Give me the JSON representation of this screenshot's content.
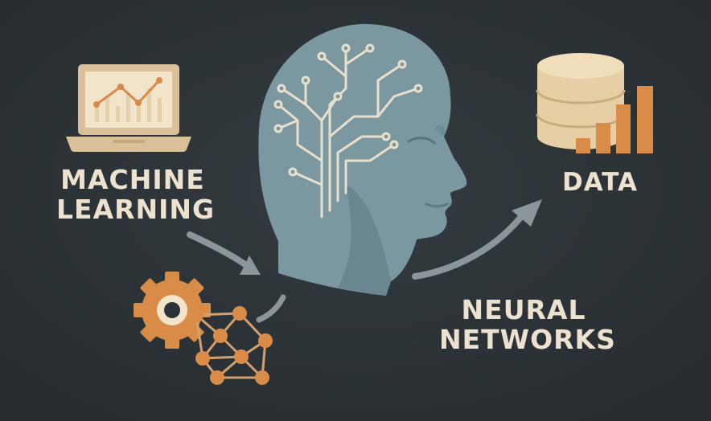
{
  "labels": {
    "machine_learning_line1": "MACHINE",
    "machine_learning_line2": "LEARNING",
    "data": "DATA",
    "neural_networks_line1": "NEURAL",
    "neural_networks_line2": "NETWORKS"
  },
  "colors": {
    "background": "#2c3338",
    "head": "#7b97a0",
    "head_shadow": "#6a8690",
    "circuit": "#e8e0cc",
    "accent_orange": "#d89250",
    "cream": "#efdcb6",
    "text": "#ece2cf",
    "arrow": "#8a969a"
  },
  "icons": {
    "laptop": "laptop-chart-icon",
    "database": "database-icon",
    "gear": "gear-icon",
    "network": "network-graph-icon"
  }
}
